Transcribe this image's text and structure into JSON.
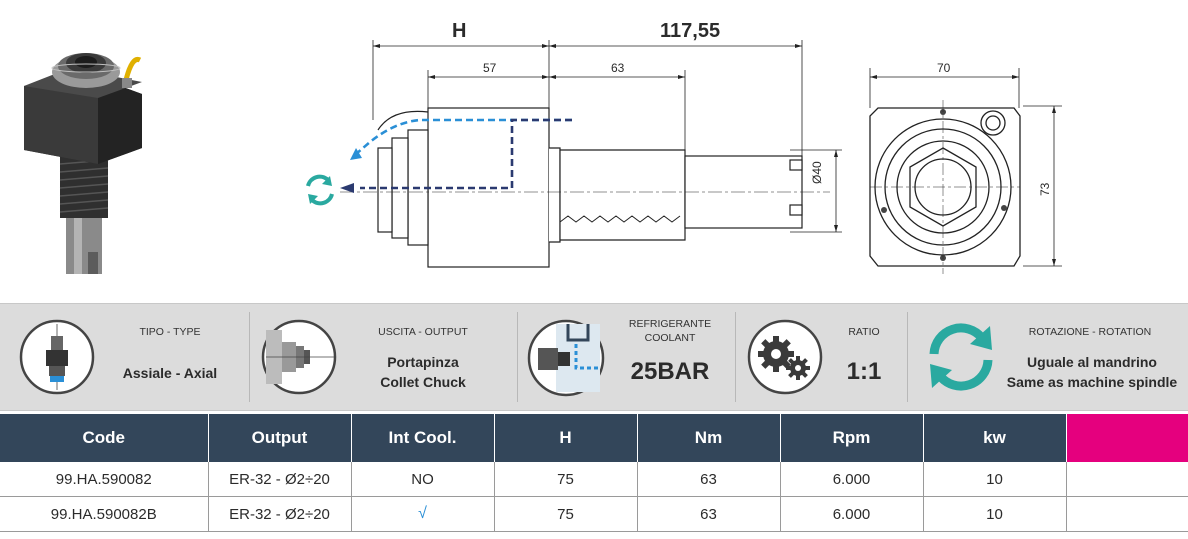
{
  "drawing": {
    "dim_H": "H",
    "dim_117": "117,55",
    "dim_57": "57",
    "dim_63": "63",
    "dim_70": "70",
    "dim_73": "73",
    "dim_d40": "Ø40"
  },
  "specs": [
    {
      "label": "TIPO - TYPE",
      "value": "Assiale - Axial",
      "icon": "axial-tool-icon"
    },
    {
      "label": "USCITA - OUTPUT",
      "value_lines": [
        "Portapinza",
        "Collet Chuck"
      ],
      "icon": "collet-chuck-icon"
    },
    {
      "label_lines": [
        "REFRIGERANTE",
        "COOLANT"
      ],
      "value": "25BAR",
      "icon": "coolant-icon"
    },
    {
      "label": "RATIO",
      "value": "1:1",
      "icon": "gears-icon"
    },
    {
      "label": "ROTAZIONE - ROTATION",
      "value_lines": [
        "Uguale al mandrino",
        "Same as machine spindle"
      ],
      "icon": "rotation-icon"
    }
  ],
  "colors": {
    "header": "#33465a",
    "accent_pink": "#e5007e",
    "rotation": "#2aa9a0",
    "coolant_blue": "#2a8fd6",
    "navy": "#2b3a70"
  },
  "table": {
    "headers": [
      "Code",
      "Output",
      "Int Cool.",
      "H",
      "Nm",
      "Rpm",
      "kw",
      ""
    ],
    "rows": [
      [
        "99.HA.590082",
        "ER-32 - Ø2÷20",
        "NO",
        "75",
        "63",
        "6.000",
        "10",
        ""
      ],
      [
        "99.HA.590082B",
        "ER-32 - Ø2÷20",
        "√",
        "75",
        "63",
        "6.000",
        "10",
        ""
      ]
    ]
  }
}
